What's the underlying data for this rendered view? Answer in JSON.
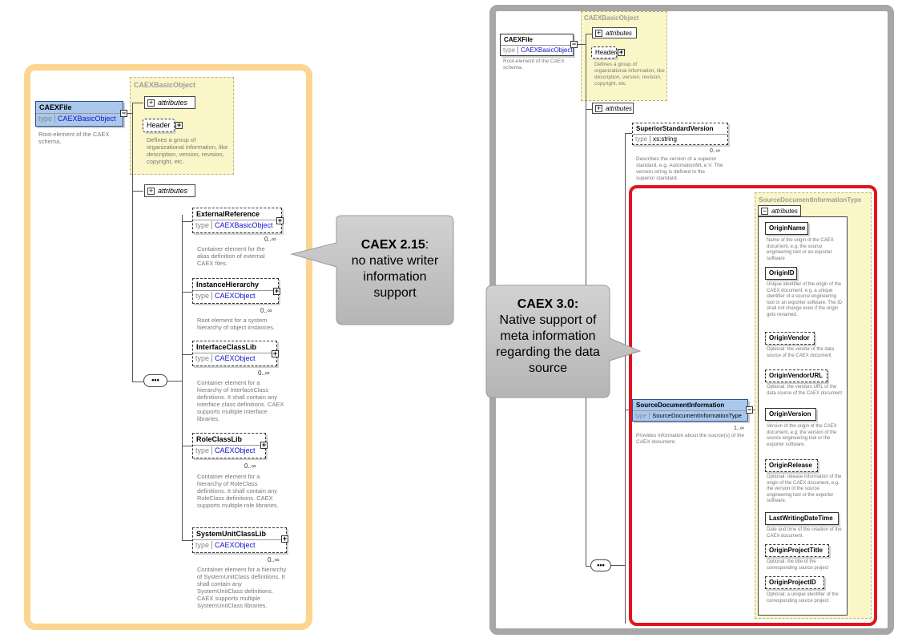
{
  "left": {
    "basic_object_title": "CAEXBasicObject",
    "root": {
      "name": "CAEXFile",
      "type_kw": "type",
      "type_val": "CAEXBasicObject",
      "desc": "Root-element of the CAEX schema."
    },
    "attributes_label": "attributes",
    "header": {
      "name": "Header",
      "desc": "Defines a group of organizational information, like description, version, revision, copyright, etc."
    },
    "attributes_label_2": "attributes",
    "sequence_symbol": "•••",
    "elements": [
      {
        "name": "ExternalReference",
        "type_kw": "type",
        "type_val": "CAEXBasicObject",
        "mult": "0..∞",
        "desc": "Container element for the alias definition of external CAEX files."
      },
      {
        "name": "InstanceHierarchy",
        "type_kw": "type",
        "type_val": "CAEXObject",
        "mult": "0..∞",
        "desc": "Root element for a system hierarchy of object instances."
      },
      {
        "name": "InterfaceClassLib",
        "type_kw": "type",
        "type_val": "CAEXObject",
        "mult": "0..∞",
        "desc": "Container element for a hierarchy of InterfaceClass definitions. It shall contain any interface class definitions. CAEX supports multiple interface libraries."
      },
      {
        "name": "RoleClassLib",
        "type_kw": "type",
        "type_val": "CAEXObject",
        "mult": "0..∞",
        "desc": "Container element for a hierarchy of RoleClass definitions. It shall contain any RoleClass definitions. CAEX supports multiple role libraries."
      },
      {
        "name": "SystemUnitClassLib",
        "type_kw": "type",
        "type_val": "CAEXObject",
        "mult": "0..∞",
        "desc": "Container element for a hierarchy of SystemUnitClass definitions. It shall contain any SystemUnitClass definitions. CAEX supports multiple SystemUnitClass libraries."
      }
    ]
  },
  "callout_left": {
    "title": "CAEX 2.15",
    "colon": ":",
    "line1": "no native writer",
    "line2": "information",
    "line3": "support"
  },
  "callout_right": {
    "title": "CAEX 3.0:",
    "line1": "Native support of",
    "line2": "meta information",
    "line3": "regarding the data",
    "line4": "source"
  },
  "right": {
    "basic_object_title": "CAEXBasicObject",
    "root": {
      "name": "CAEXFile",
      "type_kw": "type",
      "type_val": "CAEXBasicObject",
      "desc": "Root-element of the CAEX schema."
    },
    "attributes_label": "attributes",
    "header": {
      "name": "Header",
      "desc": "Defines a group of organizational information, like description, version, revision, copyright, etc."
    },
    "attributes_label_2": "attributes",
    "superior": {
      "name": "SuperiorStandardVersion",
      "type_kw": "type",
      "type_val": "xs:string",
      "mult": "0..∞",
      "desc": "Describes the version of a superior standard, e.g. AutomationML e.V. The version string is defined in the superior standard."
    },
    "source_doc": {
      "name": "SourceDocumentInformation",
      "type_kw": "type",
      "type_val": "SourceDocumentInformationType",
      "mult": "1..∞",
      "desc": "Provides information about the source(s) of the CAEX document."
    },
    "sdi_type_title": "SourceDocumentInformationType",
    "sdi_attributes_label": "attributes",
    "sequence_symbol": "•••",
    "attrs": [
      {
        "name": "OriginName",
        "desc": "Name of the origin of the CAEX document, e.g. the source engineering tool or an exporter software"
      },
      {
        "name": "OriginID",
        "desc": "Unique identifier of the origin of the CAEX document, e.g. a unique identifier of a source engineering tool or an exporter software. The ID shall not change even if the origin gets renamed."
      },
      {
        "name": "OriginVendor",
        "desc": "Optional: the vendor of the data source of the CAEX document"
      },
      {
        "name": "OriginVendorURL",
        "desc": "Optional: the vendors URL of the data source of the CAEX document"
      },
      {
        "name": "OriginVersion",
        "desc": "Version of the origin of the CAEX document, e.g. the version of the source engineering tool or the exporter software."
      },
      {
        "name": "OriginRelease",
        "desc": "Optional: release information of the origin of the CAEX document, e.g. the version of the source engineering tool or the exporter software."
      },
      {
        "name": "LastWritingDateTime",
        "desc": "Date and time of the creation of the CAEX document."
      },
      {
        "name": "OriginProjectTitle",
        "desc": "Optional: the title of the corresponding source project"
      },
      {
        "name": "OriginProjectID",
        "desc": "Optional: a unique identifier of the corresponding source project"
      }
    ]
  },
  "colors": {
    "left_frame": "#fcd590",
    "right_frame": "#a7a7a7",
    "highlight": "#e1141e",
    "callout": "#c4c4c4",
    "element_blue": "#a9c8ec",
    "yellow_group": "#fbf6c8"
  }
}
